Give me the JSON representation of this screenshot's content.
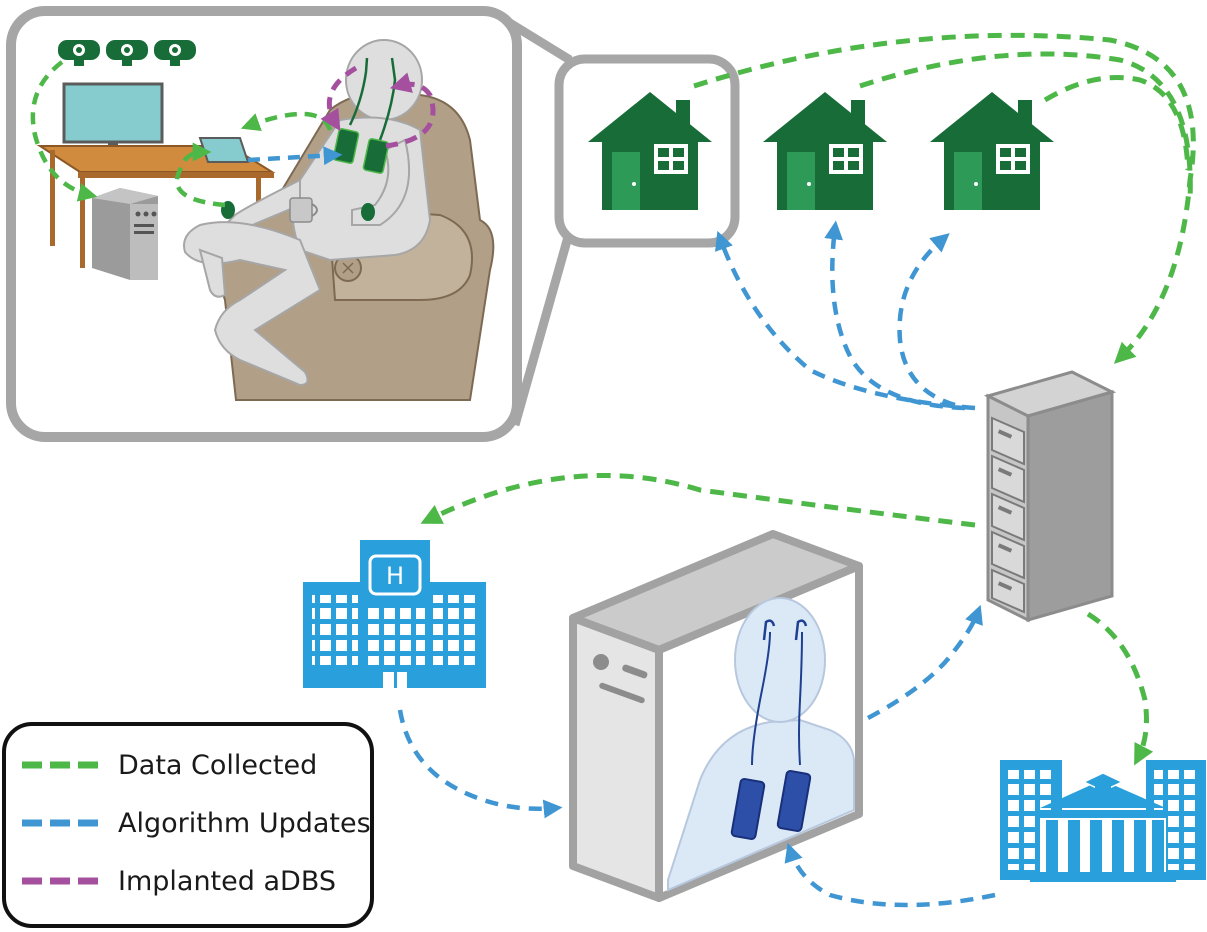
{
  "colors": {
    "data_collected": "#4db848",
    "algorithm_updates": "#3f96d2",
    "implanted_adbs": "#a4509f",
    "house_green": "#176c38",
    "house_door": "#2e9a58",
    "building_blue": "#29a0dc",
    "frame_gray": "#a6a6a6",
    "server_gray": "#b5b5b5",
    "chair_brown": "#b19f87",
    "figure_gray": "#dedede"
  },
  "legend": {
    "items": [
      {
        "label": "Data Collected",
        "color_key": "data_collected"
      },
      {
        "label": "Algorithm Updates",
        "color_key": "algorithm_updates"
      },
      {
        "label": "Implanted aDBS",
        "color_key": "implanted_adbs"
      }
    ]
  },
  "icons": {
    "home_scene": "patient-at-home-icon",
    "houses": [
      "house-icon",
      "house-icon",
      "house-icon"
    ],
    "server": "server-rack-icon",
    "hospital": "hospital-icon",
    "hospital_sign": "H",
    "university": "university-icon",
    "workstation": "computer-tower-icon"
  }
}
